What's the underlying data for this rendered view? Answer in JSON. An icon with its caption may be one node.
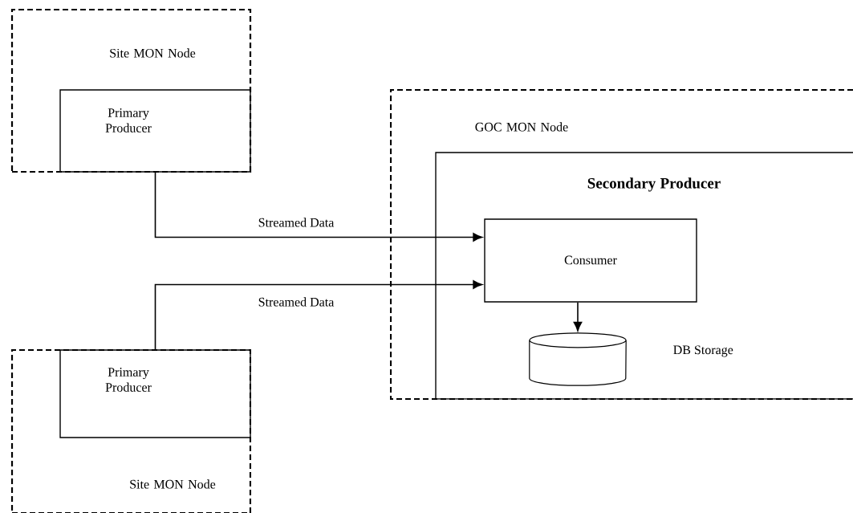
{
  "diagram": {
    "nodes": [
      {
        "text": [
          "Site MON Node"
        ]
      },
      {
        "text": [
          "Primary Producer"
        ],
        "in": 0
      },
      {
        "text": [
          "GOC MON Node"
        ]
      },
      {
        "text": [
          "Secondary Producer"
        ],
        "in": 2
      },
      {
        "text": [
          "Consumer"
        ],
        "in": 3
      },
      {
        "text": [],
        "shape": "cylinder",
        "beside": [
          "DB Storage"
        ],
        "in": 3
      },
      {
        "text": [
          "Site MON Node"
        ]
      },
      {
        "text": [
          "Primary Producer"
        ],
        "in": 6
      }
    ],
    "edges": [
      {
        "from": 1,
        "to": 4,
        "arrow": "to",
        "label": "Streamed Data"
      },
      {
        "from": 7,
        "to": 4,
        "arrow": "to",
        "label": "Streamed Data"
      },
      {
        "from": 4,
        "to": 5,
        "arrow": "to"
      }
    ]
  }
}
